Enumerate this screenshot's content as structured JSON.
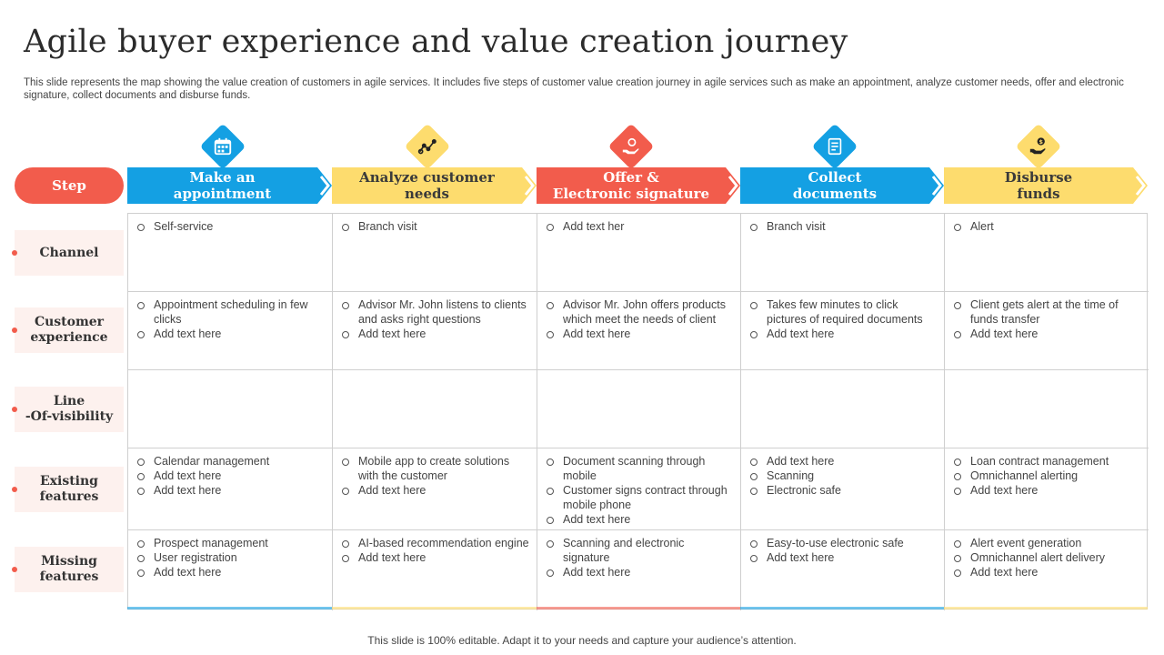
{
  "title": "Agile buyer experience and value creation journey",
  "subtitle": "This slide represents the map showing the value creation of customers in agile services. It includes five steps of customer value creation journey in agile services such as make an appointment, analyze customer needs, offer and electronic signature, collect documents and disburse funds.",
  "step_label": "Step",
  "colors": {
    "blue": "#14a0e3",
    "yellow": "#fddc6e",
    "red": "#f25c4c",
    "accent": "#f25c4c"
  },
  "stages": [
    {
      "label": "Make an\nappointment",
      "icon": "calendar-icon"
    },
    {
      "label": "Analyze customer\nneeds",
      "icon": "analytics-icon"
    },
    {
      "label": "Offer &\nElectronic signature",
      "icon": "hand-offer-icon"
    },
    {
      "label": "Collect\ndocuments",
      "icon": "document-icon"
    },
    {
      "label": "Disburse\nfunds",
      "icon": "money-hand-icon"
    }
  ],
  "rows": [
    {
      "label": "Channel"
    },
    {
      "label": "Customer\nexperience"
    },
    {
      "label": "Line\n-Of-visibility"
    },
    {
      "label": "Existing\nfeatures"
    },
    {
      "label": "Missing\nfeatures"
    }
  ],
  "cells": [
    [
      [
        "Self-service"
      ],
      [
        "Branch visit"
      ],
      [
        "Add text her"
      ],
      [
        "Branch visit"
      ],
      [
        "Alert"
      ]
    ],
    [
      [
        "Appointment scheduling in few clicks",
        "Add text here"
      ],
      [
        "Advisor Mr. John listens to clients and asks right questions",
        "Add text here"
      ],
      [
        "Advisor Mr. John offers products which meet the needs of client",
        "Add text here"
      ],
      [
        "Takes few minutes to click pictures of required documents",
        "Add text here"
      ],
      [
        "Client gets alert at the time of funds transfer",
        "Add text here"
      ]
    ],
    [
      [],
      [],
      [],
      [],
      []
    ],
    [
      [
        "Calendar management",
        "Add text here",
        "Add text here"
      ],
      [
        "Mobile app to create solutions with the customer",
        "Add text here"
      ],
      [
        "Document scanning through mobile",
        "Customer signs contract through mobile phone",
        "Add text here"
      ],
      [
        "Add text here",
        "Scanning",
        "Electronic safe"
      ],
      [
        "Loan contract management",
        "Omnichannel alerting",
        "Add text here"
      ]
    ],
    [
      [
        "Prospect management",
        "User registration",
        "Add text here"
      ],
      [
        "AI-based recommendation engine",
        "Add text here"
      ],
      [
        "Scanning and electronic signature",
        "Add text here"
      ],
      [
        "Easy-to-use electronic safe",
        "Add text here"
      ],
      [
        "Alert event generation",
        "Omnichannel alert delivery",
        "Add text here"
      ]
    ]
  ],
  "footer": "This slide is 100% editable. Adapt it to your needs and capture your audience’s attention."
}
